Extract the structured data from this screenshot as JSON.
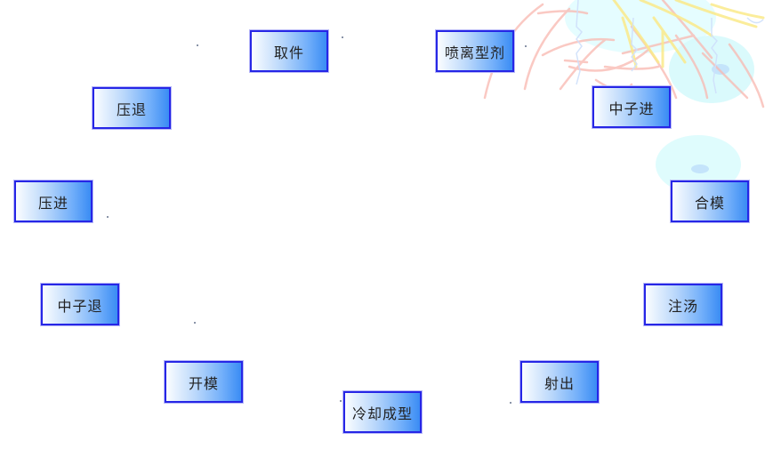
{
  "diagram": {
    "title": "",
    "type": "cycle",
    "colors": {
      "box_border": "#2626e6",
      "gradient_start": "#fbfdff",
      "gradient_end": "#3a8cf4",
      "text": "#222222"
    },
    "steps": [
      {
        "id": "s1",
        "label": "取件"
      },
      {
        "id": "s2",
        "label": "喷离型剂"
      },
      {
        "id": "s3",
        "label": "中子进"
      },
      {
        "id": "s4",
        "label": "合模"
      },
      {
        "id": "s5",
        "label": "注汤"
      },
      {
        "id": "s6",
        "label": "射出"
      },
      {
        "id": "s7",
        "label": "冷却成型"
      },
      {
        "id": "s8",
        "label": "开模"
      },
      {
        "id": "s9",
        "label": "中子退"
      },
      {
        "id": "s10",
        "label": "压进"
      },
      {
        "id": "s11",
        "label": "压退"
      }
    ]
  }
}
